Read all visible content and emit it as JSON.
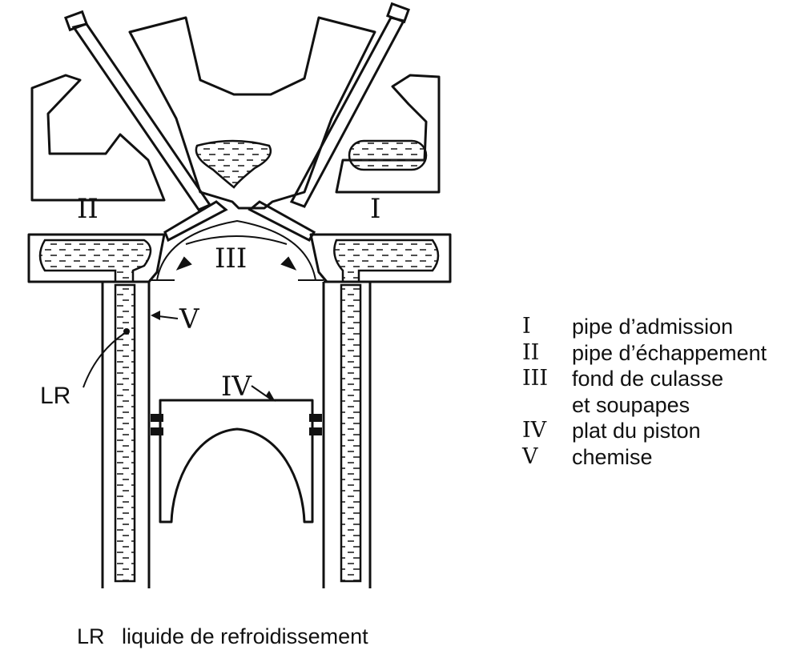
{
  "labels": {
    "exhaust_side": "II",
    "intake_side": "I",
    "chamber": "III",
    "piston_top": "IV",
    "liner": "V",
    "coolant": "LR"
  },
  "legend": [
    {
      "key": "I",
      "text": "pipe d’admission"
    },
    {
      "key": "II",
      "text": "pipe d’échappement"
    },
    {
      "key": "III",
      "text": "fond de culasse"
    },
    {
      "key": "",
      "text": "et soupapes"
    },
    {
      "key": "IV",
      "text": "plat du piston"
    },
    {
      "key": "V",
      "text": "chemise"
    }
  ],
  "footer": {
    "key": "LR",
    "text": "liquide de refroidissement"
  }
}
